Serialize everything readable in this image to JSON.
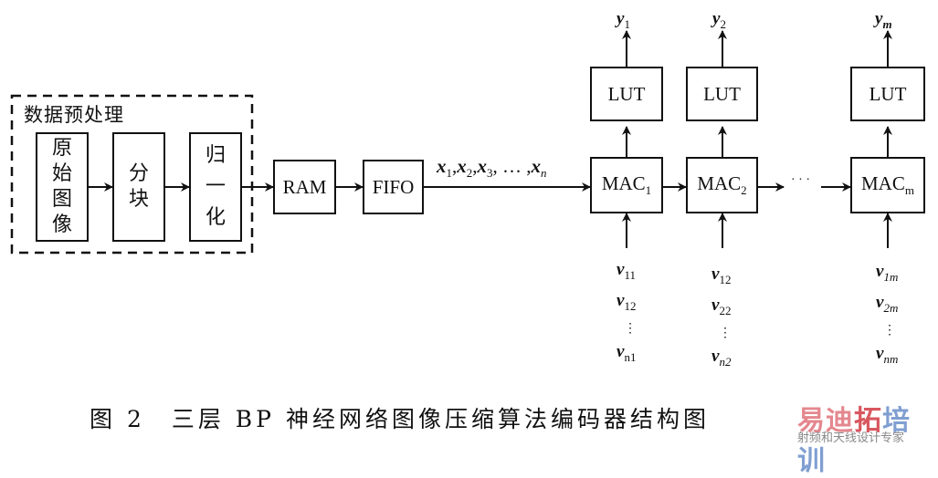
{
  "preprocess": {
    "title": "数据预处理",
    "blocks": [
      "原始图像",
      "分块",
      "归一化"
    ]
  },
  "ram": "RAM",
  "fifo": "FIFO",
  "input_seq": {
    "x1": "x",
    "s1": "1",
    "x2": "x",
    "s2": "2",
    "x3": "x",
    "s3": "3",
    "dots": "…",
    "xn": "x",
    "sn": "n"
  },
  "columns": [
    {
      "y": "y",
      "ysub": "1",
      "lut": "LUT",
      "mac": "MAC",
      "macsub": "1",
      "v": [
        [
          "v",
          "11"
        ],
        [
          "v",
          "12"
        ],
        [
          "v",
          "n1"
        ]
      ]
    },
    {
      "y": "y",
      "ysub": "2",
      "lut": "LUT",
      "mac": "MAC",
      "macsub": "2",
      "v": [
        [
          "v",
          "12"
        ],
        [
          "v",
          "22"
        ],
        [
          "v",
          "n2"
        ]
      ]
    },
    {
      "y": "y",
      "ysub": "m",
      "lut": "LUT",
      "mac": "MAC",
      "macsub": "m",
      "v": [
        [
          "v",
          "1m"
        ],
        [
          "v",
          "2m"
        ],
        [
          "v",
          "nm"
        ]
      ]
    }
  ],
  "chain_ellipsis": "· · ·",
  "vdots": "⋮",
  "caption": "图 2　三层 BP 神经网络图像压缩算法编码器结构图",
  "watermark": {
    "brand_parts": [
      "易迪",
      "拓",
      "培训"
    ],
    "brand_colors": [
      "#e0737b",
      "#d23a44",
      "#6b8fc9"
    ],
    "tagline": "射频和天线设计专家"
  }
}
